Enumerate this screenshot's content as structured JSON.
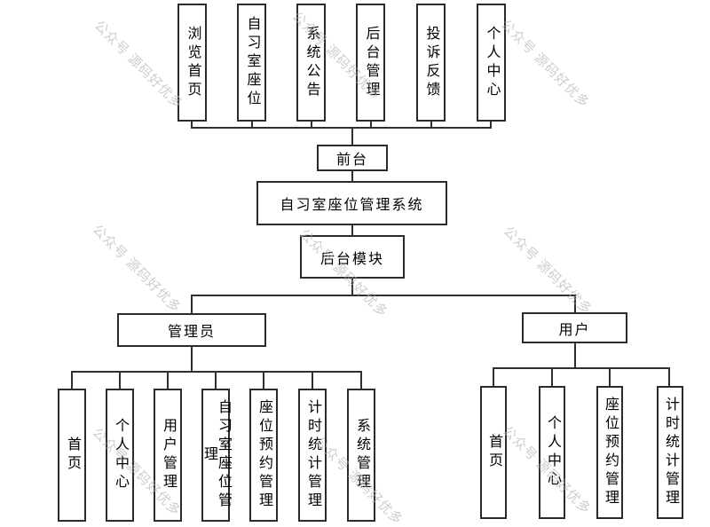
{
  "watermark": {
    "text": "公众号 源码好优多",
    "color": "#b3b3b3"
  },
  "colors": {
    "line": "#2f2f2f",
    "box_border": "#2b2b2b",
    "box_fill": "#ffffff",
    "text": "#000000",
    "background": "#ffffff"
  },
  "tree": {
    "frontend_features": [
      "浏览首页",
      "自习室座位",
      "系统公告",
      "后台管理",
      "投诉反馈",
      "个人中心"
    ],
    "frontend": "前台",
    "system": "自习室座位管理系统",
    "backend": "后台模块",
    "admin": "管理员",
    "user": "用户",
    "admin_features": [
      "首页",
      "个人中心",
      "用户管理",
      "自习室座位管理",
      "座位预约管理",
      "计时统计管理",
      "系统管理"
    ],
    "user_features": [
      "首页",
      "个人中心",
      "座位预约管理",
      "计时统计管理"
    ]
  }
}
